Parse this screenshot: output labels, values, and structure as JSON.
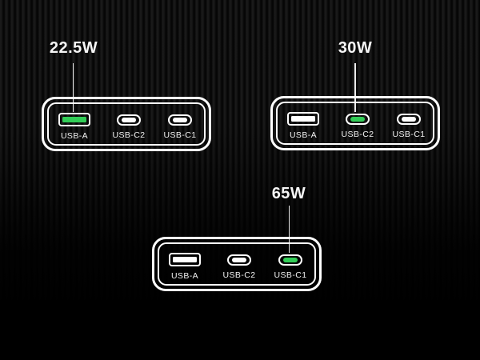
{
  "colors": {
    "highlight_green": "#32cd57",
    "panel_stroke": "#ffffff",
    "background": "#000000",
    "stripe_light": "#1c1c1c",
    "text": "#f6f6f6"
  },
  "panels": [
    {
      "wattage": "22.5W",
      "highlighted_port": "USB-A",
      "ports": [
        {
          "label": "USB-A",
          "connector": "usb-a",
          "highlighted": true
        },
        {
          "label": "USB-C2",
          "connector": "usb-c",
          "highlighted": false
        },
        {
          "label": "USB-C1",
          "connector": "usb-c",
          "highlighted": false
        }
      ]
    },
    {
      "wattage": "30W",
      "highlighted_port": "USB-C2",
      "ports": [
        {
          "label": "USB-A",
          "connector": "usb-a",
          "highlighted": false
        },
        {
          "label": "USB-C2",
          "connector": "usb-c",
          "highlighted": true
        },
        {
          "label": "USB-C1",
          "connector": "usb-c",
          "highlighted": false
        }
      ]
    },
    {
      "wattage": "65W",
      "highlighted_port": "USB-C1",
      "ports": [
        {
          "label": "USB-A",
          "connector": "usb-a",
          "highlighted": false
        },
        {
          "label": "USB-C2",
          "connector": "usb-c",
          "highlighted": false
        },
        {
          "label": "USB-C1",
          "connector": "usb-c",
          "highlighted": true
        }
      ]
    }
  ]
}
